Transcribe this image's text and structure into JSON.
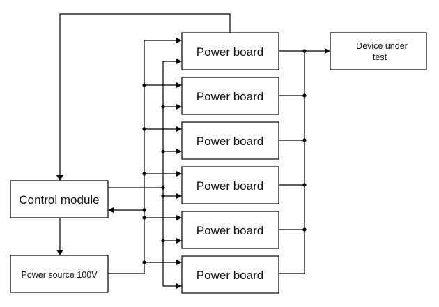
{
  "diagram": {
    "control_module": "Control module",
    "power_source": "Power source 100V",
    "device_under_test": [
      "Device under",
      "test"
    ],
    "power_boards": [
      "Power board",
      "Power board",
      "Power board",
      "Power board",
      "Power board",
      "Power board"
    ]
  }
}
